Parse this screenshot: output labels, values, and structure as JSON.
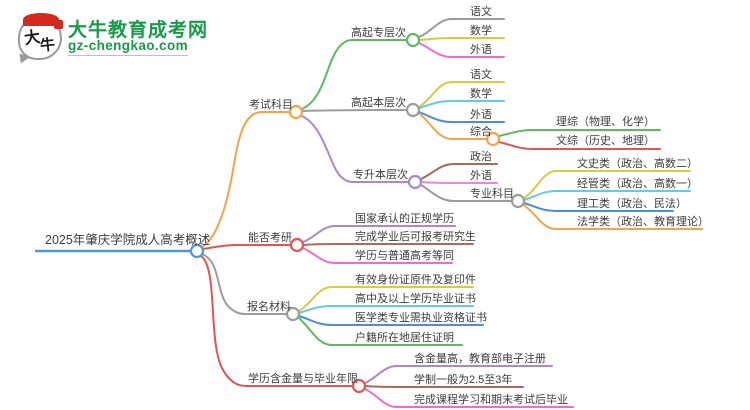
{
  "logo": {
    "bubble_char_1": "大",
    "bubble_char_2": "牛",
    "title": "大牛教育成考网",
    "url": "gz-chengkao.com"
  },
  "palette": {
    "root_blue": "#4e97d8",
    "orange": "#f7a249",
    "red": "#e25555",
    "gray": "#9c9c9c",
    "green": "#5fba5f",
    "olive": "#d3cd3f",
    "magenta": "#ef6ec4",
    "cyan": "#66cbe0",
    "blue": "#4a90d2",
    "purple": "#a688d4",
    "brown": "#a8695f",
    "pink_violet": "#e88ad8",
    "logo_green": "#169b4a",
    "logo_red": "#d5281e"
  },
  "mindmap": {
    "root": "2025年肇庆学院成人高考概述",
    "branches": [
      {
        "label": "考试科目",
        "children": [
          {
            "label": "高起专层次",
            "children": [
              {
                "label": "语文"
              },
              {
                "label": "数学"
              },
              {
                "label": "外语"
              }
            ]
          },
          {
            "label": "高起本层次",
            "children": [
              {
                "label": "语文"
              },
              {
                "label": "数学"
              },
              {
                "label": "外语"
              },
              {
                "label": "综合",
                "children": [
                  {
                    "label": "理综（物理、化学）"
                  },
                  {
                    "label": "文综（历史、地理）"
                  }
                ]
              }
            ]
          },
          {
            "label": "专升本层次",
            "children": [
              {
                "label": "政治"
              },
              {
                "label": "外语"
              },
              {
                "label": "专业科目",
                "children": [
                  {
                    "label": "文史类（政治、高数二）"
                  },
                  {
                    "label": "经管类（政治、高数一）"
                  },
                  {
                    "label": "理工类（政治、民法）"
                  },
                  {
                    "label": "法学类（政治、教育理论）"
                  }
                ]
              }
            ]
          }
        ]
      },
      {
        "label": "能否考研",
        "children": [
          {
            "label": "国家承认的正规学历"
          },
          {
            "label": "完成学业后可报考研究生"
          },
          {
            "label": "学历与普通高考等同"
          }
        ]
      },
      {
        "label": "报名材料",
        "children": [
          {
            "label": "有效身份证原件及复印件"
          },
          {
            "label": "高中及以上学历毕业证书"
          },
          {
            "label": "医学类专业需执业资格证书"
          },
          {
            "label": "户籍所在地居住证明"
          }
        ]
      },
      {
        "label": "学历含金量与毕业年限",
        "children": [
          {
            "label": "含金量高，教育部电子注册"
          },
          {
            "label": "学制一般为2.5至3年"
          },
          {
            "label": "完成课程学习和期末考试后毕业"
          }
        ]
      }
    ]
  }
}
